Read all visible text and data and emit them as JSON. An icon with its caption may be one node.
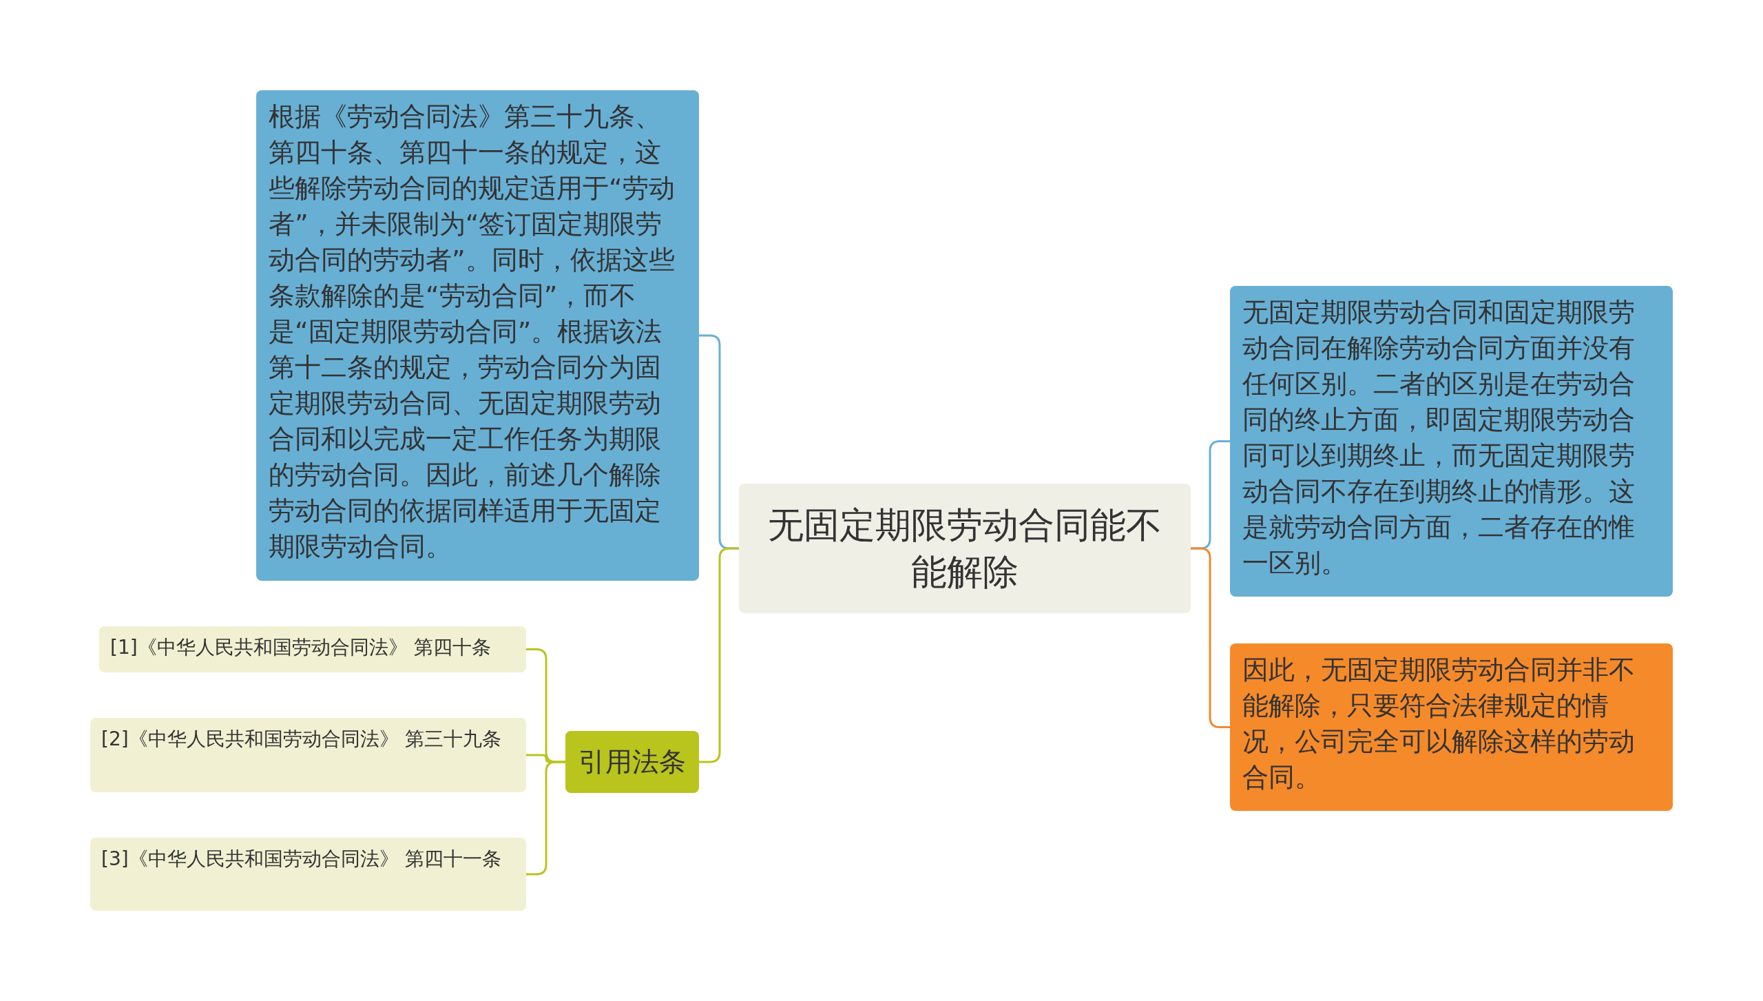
{
  "diagram": {
    "nodes": [
      {
        "text": [
          "无固定期限劳动合同能不能解除"
        ]
      },
      {
        "text": [
          "根据《劳动合同法》第三十九条、第四十条、第四十一条的规定，这些解除劳动合同的规定适用于“劳动者”，并未限制为“签订固定期限劳动合同的劳动者”。同时，依据这些条款解除的是“劳动合同”，而不是“固定期限劳动合同”。根据该法第十二条的规定，劳动合同分为固定期限劳动合同、无固定期限劳动合同和以完成一定工作任务为期限的劳动合同。因此，前述几个解除劳动合同的依据同样适用于无固定期限劳动合同。"
        ]
      },
      {
        "text": [
          "引用法条"
        ]
      },
      {
        "text": [
          "[1]《中华人民共和国劳动合同法》 第四十条"
        ]
      },
      {
        "text": [
          "[2]《中华人民共和国劳动合同法》 第三十九条"
        ]
      },
      {
        "text": [
          "[3]《中华人民共和国劳动合同法》 第四十一条"
        ]
      },
      {
        "text": [
          "无固定期限劳动合同和固定期限劳动合同在解除劳动合同方面并没有任何区别。二者的区别是在劳动合同的终止方面，即固定期限劳动合同可以到期终止，而无固定期限劳动合同不存在到期终止的情形。这是就劳动合同方面，二者存在的惟一区别。"
        ]
      },
      {
        "text": [
          "因此，无固定期限劳动合同并非不能解除，只要符合法律规定的情况，公司完全可以解除这样的劳动合同。"
        ]
      }
    ],
    "edges": [
      {
        "from": 0,
        "to": 1,
        "arrow": "none",
        "color": "#6aaed6"
      },
      {
        "from": 0,
        "to": 2,
        "arrow": "none",
        "color": "#b9c41c"
      },
      {
        "from": 2,
        "to": 3,
        "arrow": "none",
        "color": "#b9c41c"
      },
      {
        "from": 2,
        "to": 4,
        "arrow": "none",
        "color": "#b9c41c"
      },
      {
        "from": 2,
        "to": 5,
        "arrow": "none",
        "color": "#b9c41c"
      },
      {
        "from": 0,
        "to": 6,
        "arrow": "none",
        "color": "#6aaed6"
      },
      {
        "from": 0,
        "to": 7,
        "arrow": "none",
        "color": "#f28a30"
      }
    ]
  }
}
